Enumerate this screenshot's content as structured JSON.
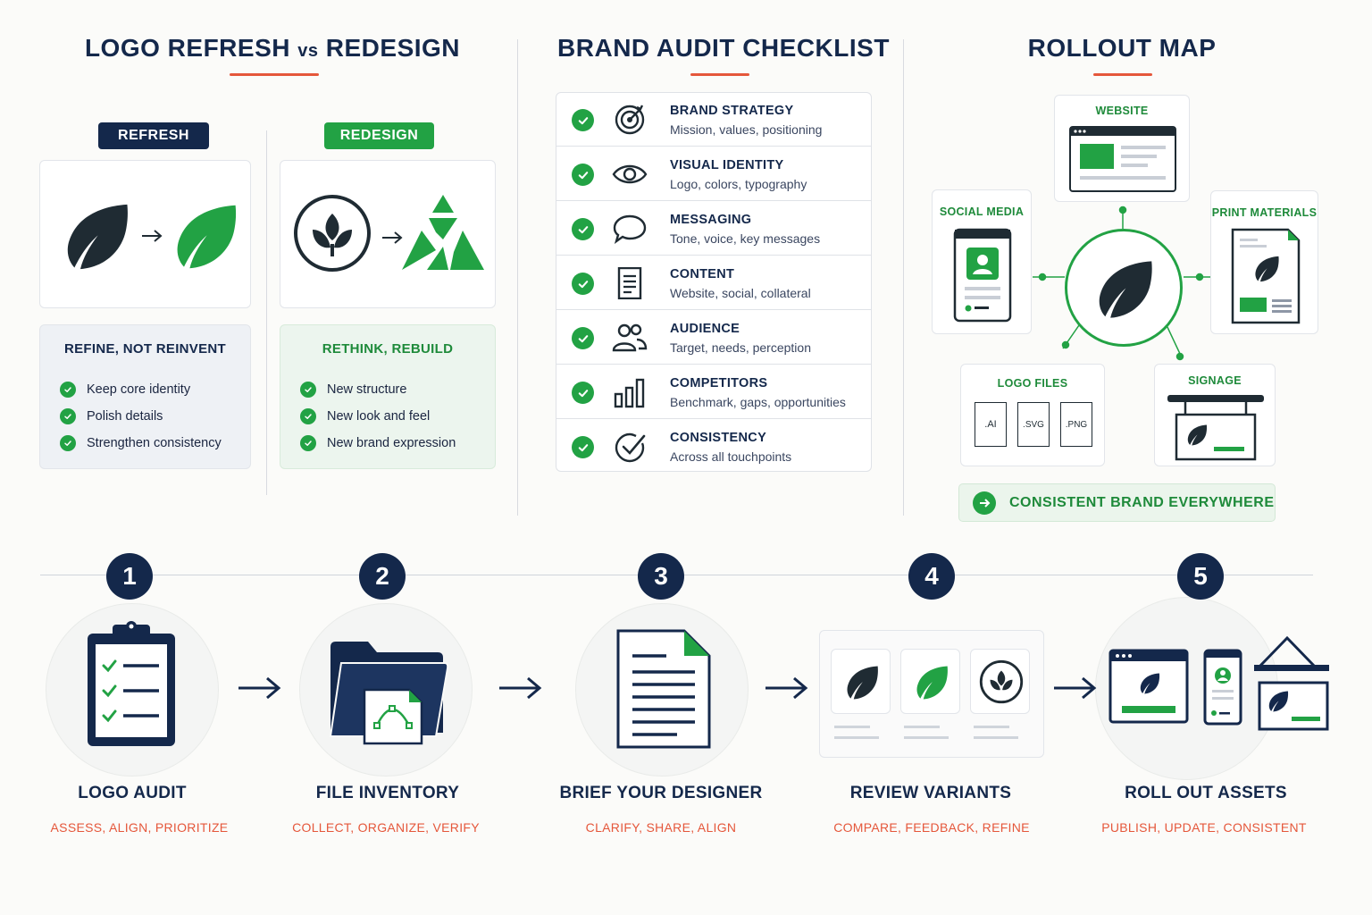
{
  "colors": {
    "navy": "#14284b",
    "green": "#22a244",
    "accent": "#e5573b",
    "panel_gray": "#eef1f5",
    "panel_green": "#ecf5ee"
  },
  "left": {
    "title_a": "LOGO REFRESH",
    "title_vs": "vs",
    "title_b": "REDESIGN",
    "refresh": {
      "pill": "REFRESH",
      "heading": "REFINE, NOT REINVENT",
      "items": [
        "Keep core identity",
        "Polish details",
        "Strengthen consistency"
      ]
    },
    "redesign": {
      "pill": "REDESIGN",
      "heading": "RETHINK, REBUILD",
      "items": [
        "New structure",
        "New look and feel",
        "New brand expression"
      ]
    }
  },
  "middle": {
    "title": "BRAND AUDIT CHECKLIST",
    "rows": [
      {
        "icon": "target-icon",
        "title": "BRAND STRATEGY",
        "desc": "Mission, values, positioning"
      },
      {
        "icon": "eye-icon",
        "title": "VISUAL IDENTITY",
        "desc": "Logo, colors, typography"
      },
      {
        "icon": "speech-bubble-icon",
        "title": "MESSAGING",
        "desc": "Tone, voice, key messages"
      },
      {
        "icon": "document-icon",
        "title": "CONTENT",
        "desc": "Website, social, collateral"
      },
      {
        "icon": "people-icon",
        "title": "AUDIENCE",
        "desc": "Target, needs, perception"
      },
      {
        "icon": "bar-chart-icon",
        "title": "COMPETITORS",
        "desc": "Benchmark, gaps, opportunities"
      },
      {
        "icon": "check-circle-icon",
        "title": "CONSISTENCY",
        "desc": "Across all touchpoints"
      }
    ]
  },
  "right": {
    "title": "ROLLOUT MAP",
    "website": "WEBSITE",
    "social": "SOCIAL MEDIA",
    "print": "PRINT MATERIALS",
    "logo_files": "LOGO FILES",
    "file_types": [
      ".AI",
      ".SVG",
      ".PNG"
    ],
    "signage": "SIGNAGE",
    "banner": "CONSISTENT BRAND EVERYWHERE"
  },
  "steps": [
    {
      "num": "1",
      "title": "LOGO AUDIT",
      "sub": "ASSESS, ALIGN, PRIORITIZE"
    },
    {
      "num": "2",
      "title": "FILE INVENTORY",
      "sub": "COLLECT, ORGANIZE, VERIFY"
    },
    {
      "num": "3",
      "title": "BRIEF YOUR DESIGNER",
      "sub": "CLARIFY, SHARE, ALIGN"
    },
    {
      "num": "4",
      "title": "REVIEW VARIANTS",
      "sub": "COMPARE, FEEDBACK, REFINE"
    },
    {
      "num": "5",
      "title": "ROLL OUT ASSETS",
      "sub": "PUBLISH, UPDATE, CONSISTENT"
    }
  ]
}
